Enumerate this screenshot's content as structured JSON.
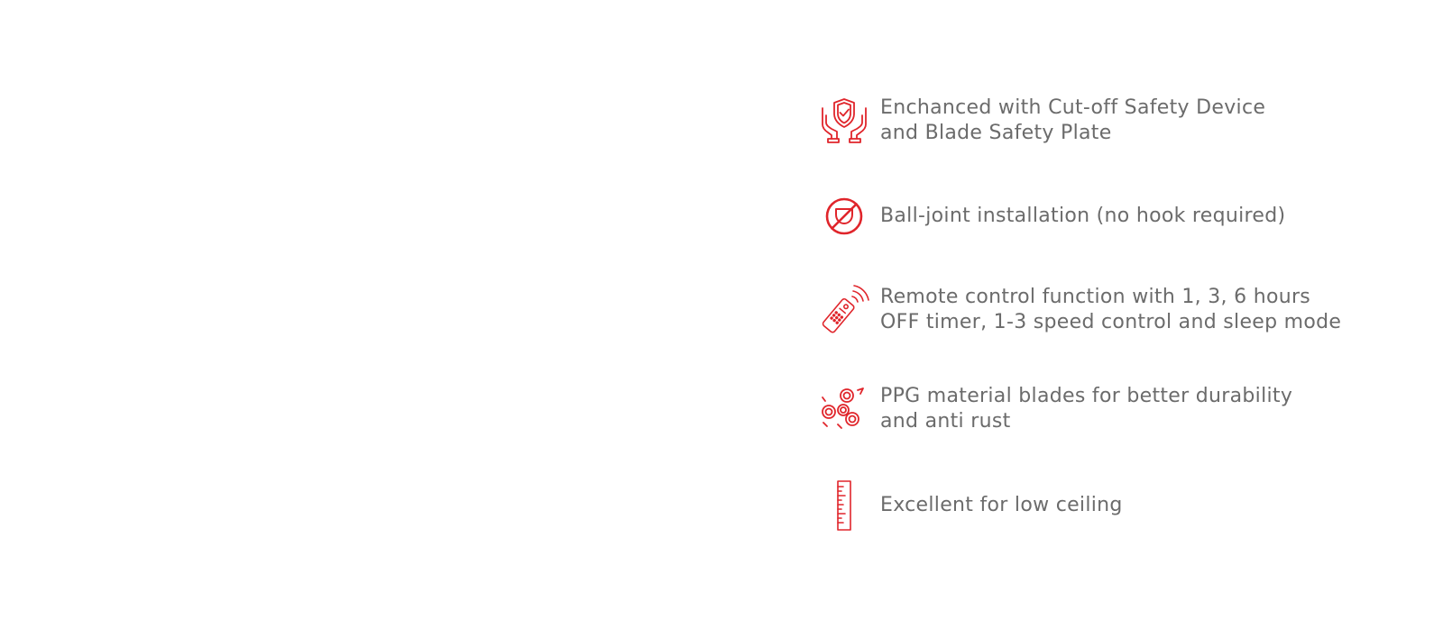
{
  "accent_color": "#e0252b",
  "text_color": "#6b6b6b",
  "features": [
    {
      "icon": "hands-shield-icon",
      "lines": [
        "Enchanced with Cut-off Safety Device",
        "and Blade Safety Plate"
      ]
    },
    {
      "icon": "no-hook-icon",
      "lines": [
        "Ball-joint installation (no hook required)"
      ]
    },
    {
      "icon": "remote-control-icon",
      "lines": [
        "Remote control function with 1, 3, 6 hours",
        "OFF timer, 1-3 speed control and sleep mode"
      ]
    },
    {
      "icon": "rust-resistant-blades-icon",
      "lines": [
        "PPG material blades for better durability",
        "and anti rust"
      ]
    },
    {
      "icon": "ruler-icon",
      "lines": [
        "Excellent for low ceiling"
      ]
    }
  ]
}
